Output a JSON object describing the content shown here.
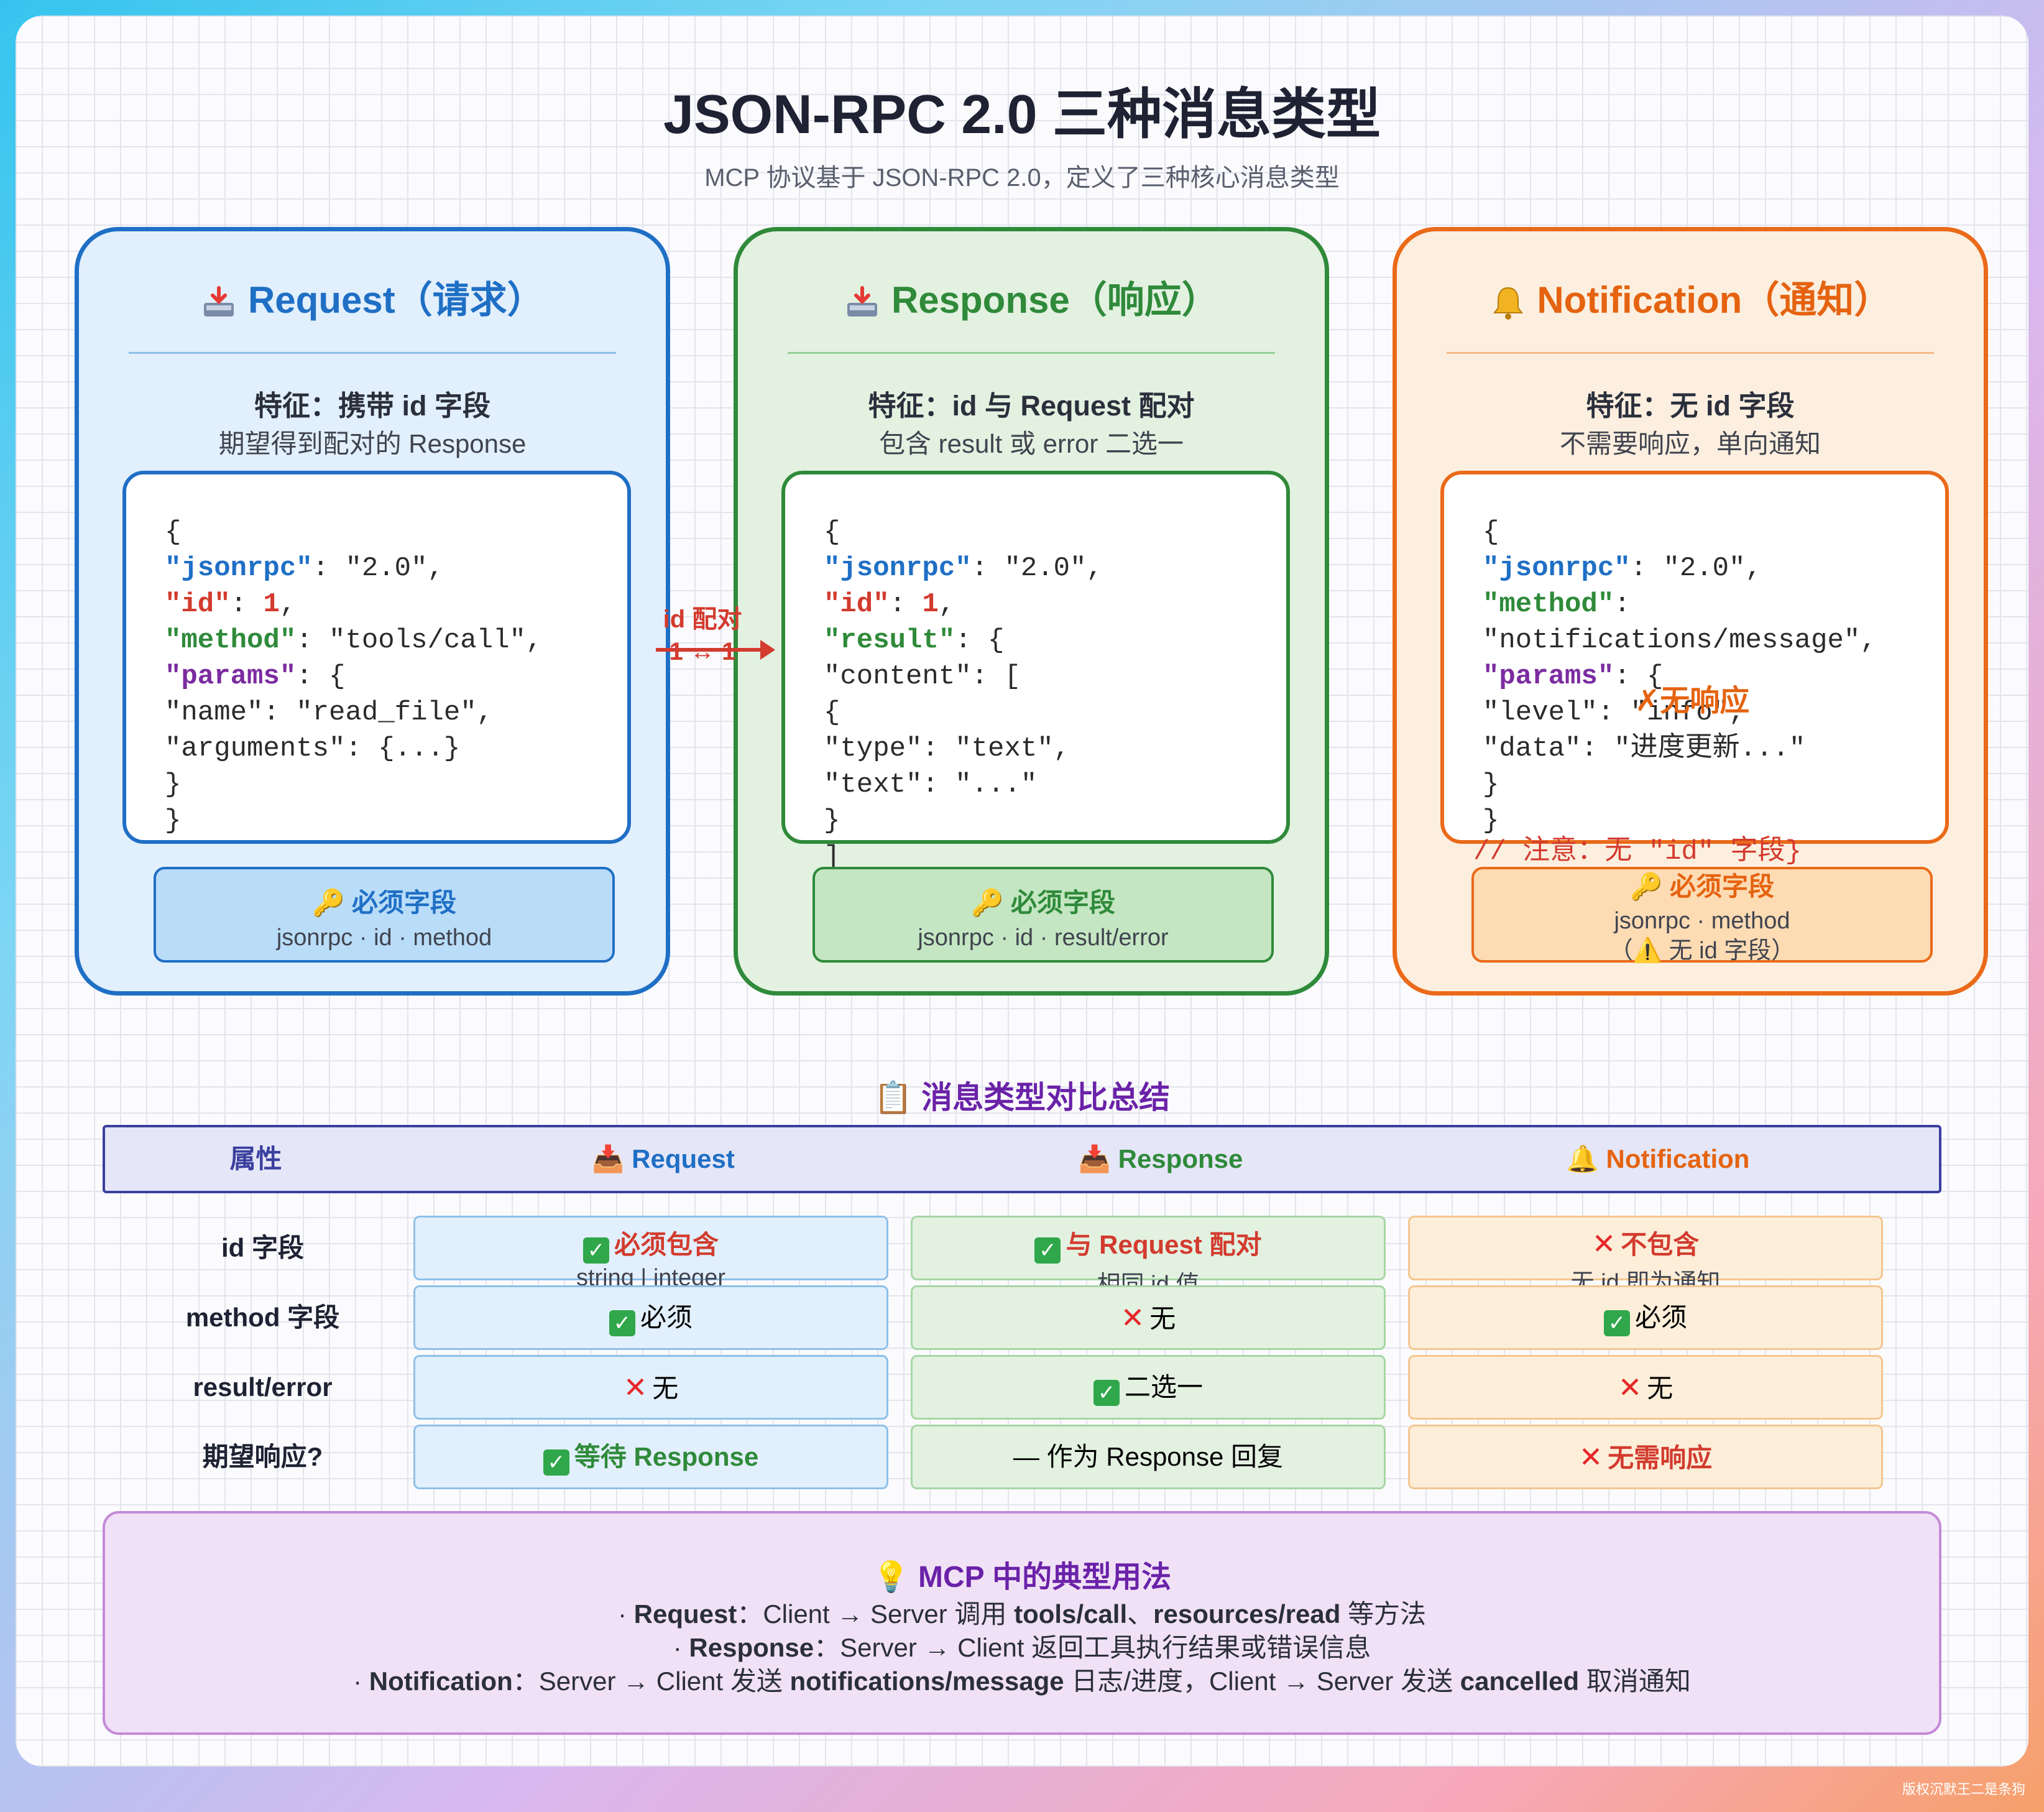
{
  "title": "JSON-RPC 2.0 三种消息类型",
  "subtitle": "MCP 协议基于 JSON-RPC 2.0，定义了三种核心消息类型",
  "request": {
    "title": "Request（请求）",
    "feature": "特征：携带 id 字段",
    "feature_sub": "期望得到配对的 Response",
    "code": [
      "{",
      "\"jsonrpc\": \"2.0\",",
      "\"id\": 1,",
      "\"method\": \"tools/call\",",
      "\"params\": {",
      "\"name\": \"read_file\",",
      "\"arguments\": {...}",
      "}",
      "}"
    ],
    "must_title": "必须字段",
    "must_value": "jsonrpc · id · method"
  },
  "response": {
    "title": "Response（响应）",
    "feature": "特征：id 与 Request 配对",
    "feature_sub": "包含 result 或 error 二选一",
    "code": [
      "{",
      "\"jsonrpc\": \"2.0\",",
      "\"id\": 1,",
      "\"result\": {",
      "\"content\": [",
      "{",
      "\"type\": \"text\",",
      "\"text\": \"...\"",
      "}",
      "]"
    ],
    "must_title": "必须字段",
    "must_value": "jsonrpc · id · result/error"
  },
  "notification": {
    "title": "Notification（通知）",
    "feature": "特征：无 id 字段",
    "feature_sub": "不需要响应，单向通知",
    "code": [
      "{",
      "\"jsonrpc\": \"2.0\",",
      "\"method\":",
      "\"notifications/message\",",
      "\"params\": {",
      "\"level\": \"info\",",
      "\"data\": \"进度更新...\"",
      "}",
      "}"
    ],
    "note": "// 注意：无 \"id\" 字段}",
    "no_response": "✗无响应",
    "must_title": "必须字段",
    "must_value": "jsonrpc · method",
    "must_note": "（⚠️ 无 id 字段）"
  },
  "id_pair": {
    "line1": "id 配对",
    "line2": "1 ↔ 1"
  },
  "summary": {
    "title": "消息类型对比总结",
    "headers": [
      "属性",
      "Request",
      "Response",
      "Notification"
    ],
    "rows": [
      {
        "label": "id 字段",
        "req": "必须包含",
        "req_sub": "string | integer",
        "res": "与 Request 配对",
        "res_sub": "相同 id 值",
        "not": "不包含",
        "not_sub": "无 id 即为通知"
      },
      {
        "label": "method 字段",
        "req": "必须",
        "res": "无",
        "not": "必须"
      },
      {
        "label": "result/error",
        "req": "无",
        "res": "二选一",
        "not": "无"
      },
      {
        "label": "期望响应?",
        "req": "等待 Response",
        "res": "— 作为 Response 回复",
        "not": "无需响应"
      }
    ]
  },
  "tip": {
    "title": "MCP 中的典型用法",
    "line1": {
      "bullet": "· ",
      "name": "Request",
      "colon": "：Client → Server 调用 ",
      "m1": "tools/call",
      "sep": "、",
      "m2": "resources/read",
      "tail": " 等方法"
    },
    "line2": {
      "bullet": "· ",
      "name": "Response",
      "rest": "：Server → Client 返回工具执行结果或错误信息"
    },
    "line3": {
      "bullet": "· ",
      "name": "Notification",
      "a": "：Server → Client 发送 ",
      "m1": "notifications/message",
      "b": " 日志/进度，Client → Server 发送 ",
      "m2": "cancelled",
      "c": " 取消通知"
    }
  },
  "watermark": "版权沉默王二是条狗",
  "colors": {
    "request": "#1f6fc5",
    "response": "#2f8a3a",
    "notification": "#ea6a1a",
    "summary": "#6a22a8"
  },
  "icons": {
    "request": "inbox-tray-icon",
    "response": "inbox-tray-icon",
    "notification": "bell-icon",
    "key": "key-icon",
    "clipboard": "clipboard-icon",
    "bulb": "light-bulb-icon"
  }
}
